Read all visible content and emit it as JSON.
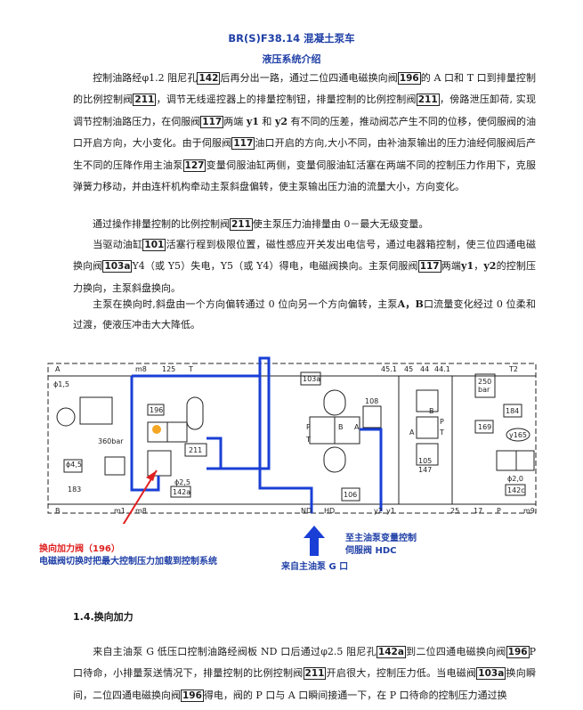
{
  "header": {
    "title": "BR(S)F38.14 混凝土泵车",
    "subtitle": "液压系统介绍"
  },
  "paragraphs": {
    "p1": {
      "s1": "控制油路经φ1.2 阻尼孔",
      "b1": "142",
      "s2": "后再分出一路，通过二位四通电磁换向阀",
      "b2": "196",
      "s3": "的 A 口和 T 口到排量控制的比例控制阀",
      "b3": "211",
      "s4": "，调节无线遥控器上的排量控制钮，排量控制的比例控制阀",
      "b4": "211",
      "s5": "，傍路泄压卸荷, 实现调节控制油路压力，在伺服阀",
      "b5": "117",
      "s6": "两端",
      "y1": "y1",
      "s7": "和",
      "y2": "y2",
      "s8": "有不同的压差，推动阀芯产生不同的位移，使伺服阀的油口开启方向，大小变化。由于伺服阀",
      "b6": "117",
      "s9": "油口开启的方向,大小不同，由补油泵输出的压力油经伺服阀后产生不同的压降作用主油泵",
      "b7": "127",
      "s10": "变量伺服油缸两侧，变量伺服油缸活塞在两端不同的控制压力作用下，克服弹簧力移动，并由连杆机构牵动主泵斜盘偏转，使主泵输出压力油的流量大小，方向变化。"
    },
    "p2": {
      "s1": "通过操作排量控制的比例控制阀",
      "b1": "211",
      "s2": "使主泵压力油排量由 0－最大无级变量。"
    },
    "p3": {
      "s1": "当驱动油缸",
      "b1": "101",
      "s2": "活塞行程到极限位置，磁性感应开关发出电信号，通过电器箱控制，使三位四通电磁换向阀",
      "b2": "103a",
      "s3": "Y4（或 Y5）失电，Y5（或 Y4）得电，电磁阀换向。主泵伺服阀",
      "b3": "117",
      "s4": "两端",
      "y1": "y1",
      "s5": "，",
      "y2": "y2",
      "s6": "的控制压力换向，主泵斜盘换向。"
    },
    "p4": {
      "s1": "主泵在换向时,斜盘由一个方向偏转通过 0 位向另一个方向偏转，主泵",
      "ab": "A，B",
      "s2": "口流量变化经过 0 位柔和过渡，使液压冲击大大降低。"
    },
    "p5": {
      "s1": "来自主油泵 G 低压口控制油路经阀板 ND 口后通过φ2.5 阻尼孔",
      "b1": "142a",
      "s2": "到二位四通电磁换向阀",
      "b2": "196",
      "s3": "P 口待命，小排量泵送情况下，排量控制的比例控制阀",
      "b3": "211",
      "s4": "开启很大，控制压力低。当电磁阀",
      "b4": "103a",
      "s5": "换向瞬间，二位四通电磁换向阀",
      "b5": "196",
      "s6": "得电，阀的 P 口与 A 口瞬间接通一下，在 P 口待命的控制压力通过换"
    }
  },
  "section": {
    "heading": "1.4.换向加力"
  },
  "diagram": {
    "labels": {
      "A": "A",
      "m8": "m8",
      "n125": "125",
      "T_top": "T",
      "n45_1": "45.1",
      "n45": "45",
      "n44": "44",
      "n44_1": "44.1",
      "T2": "T2",
      "phi15": "ϕ1,5",
      "n196": "196",
      "n103a": "103a",
      "n108": "108",
      "n250bar": "250",
      "bar": "bar",
      "n184": "184",
      "n169": "169",
      "y165": "y165",
      "n360bar": "360bar",
      "n211": "211",
      "phi45": "ϕ4,5",
      "n183": "183",
      "phi25": "ϕ2,5",
      "n142a": "142a",
      "n105": "105",
      "n147": "147",
      "n106": "106",
      "phi20": "ϕ2,0",
      "n142c": "142c",
      "B": "B",
      "m1": "m1",
      "m8b": "m8",
      "ND": "ND",
      "HD": "HD",
      "y2": "y2",
      "y1": "y1",
      "n25": "25",
      "n17": "17",
      "P": "P",
      "m9": "m9",
      "P1": "P",
      "T1": "T",
      "A1": "A",
      "B1": "B",
      "P2": "P",
      "T3": "T",
      "A2": "A",
      "B2": "B"
    }
  },
  "callouts": {
    "red_line1": "换向加力阀（196）",
    "red_line2": "电磁阀切换时把最大控制压力加载到控制系统",
    "blue_main_from": "来自主油泵 G 口",
    "blue_to_line1": "至主油泵变量控制",
    "blue_to_line2": "伺服阀 HDC"
  },
  "colors": {
    "title": "#1f3fa6",
    "flow_line": "#1a3fd6",
    "callout_red": "#e02020"
  }
}
